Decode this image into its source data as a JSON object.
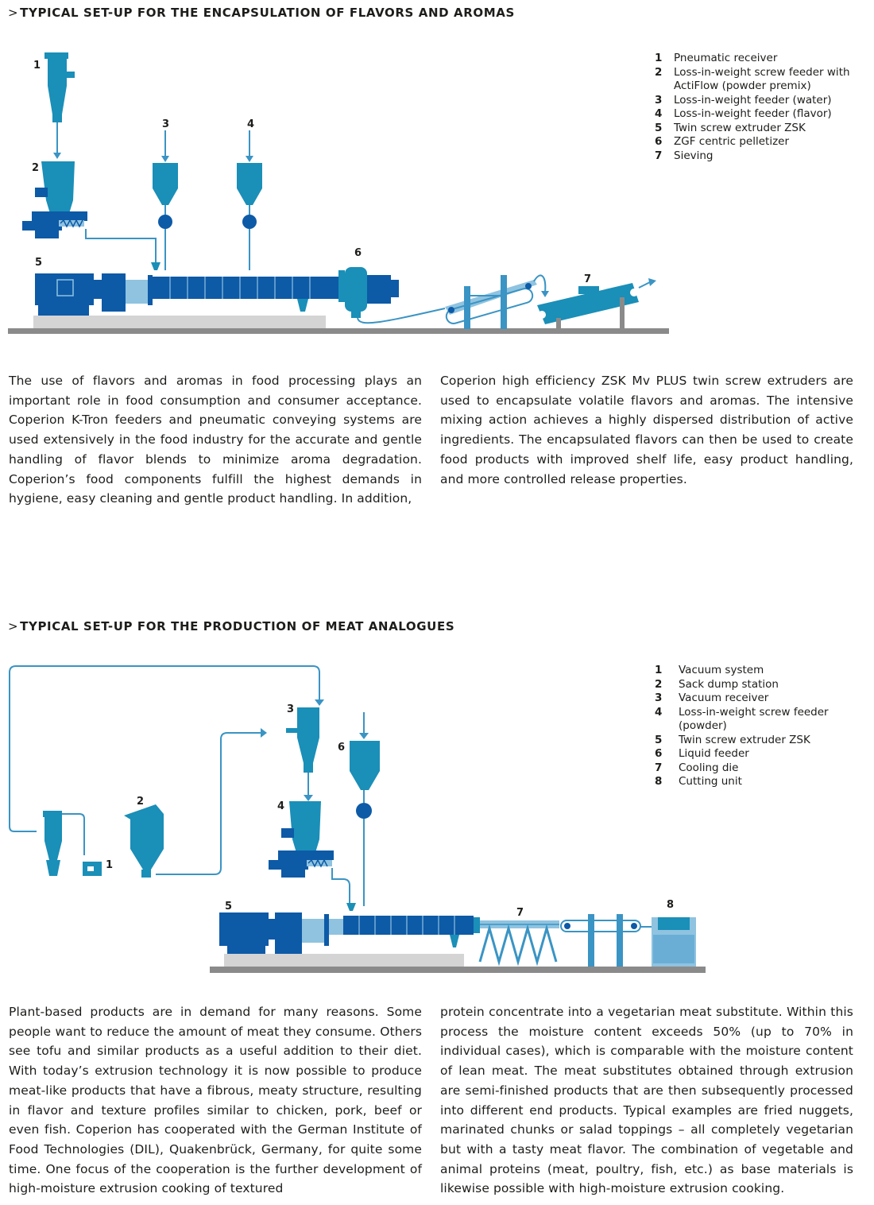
{
  "section1": {
    "title": "TYPICAL SET-UP FOR THE ENCAPSULATION OF FLAVORS AND AROMAS",
    "diagram_labels": [
      "1",
      "2",
      "3",
      "4",
      "5",
      "6",
      "7"
    ],
    "legend": [
      {
        "num": "1",
        "text": "Pneumatic receiver"
      },
      {
        "num": "2",
        "text": "Loss-in-weight screw feeder with ActiFlow (powder premix)"
      },
      {
        "num": "3",
        "text": "Loss-in-weight feeder (water)"
      },
      {
        "num": "4",
        "text": "Loss-in-weight feeder (flavor)"
      },
      {
        "num": "5",
        "text": "Twin screw extruder ZSK"
      },
      {
        "num": "6",
        "text": "ZGF centric pelletizer"
      },
      {
        "num": "7",
        "text": "Sieving"
      }
    ],
    "text_left": "The use of flavors and aromas in food processing plays an important role in food consumption and consumer acceptance. Coperion K-Tron feeders and pneumatic conveying systems are used extensively in the food industry for the accurate and gentle handling of flavor blends to minimize aroma degradation. Coperion’s food components fulfill the highest demands in hygiene, easy cleaning and gentle product handling. In addition,",
    "text_right": "Coperion high efficiency ZSK Mv PLUS twin screw extruders are used to encapsulate volatile flavors and aromas. The intensive mixing action achieves a highly dispersed distribution of active ingredients. The encapsulated flavors can then be used to create food products with improved shelf life, easy product handling, and more controlled release properties."
  },
  "section2": {
    "title": "TYPICAL SET-UP FOR THE PRODUCTION OF MEAT ANALOGUES",
    "diagram_labels": [
      "1",
      "2",
      "3",
      "4",
      "5",
      "6",
      "7",
      "8"
    ],
    "legend": [
      {
        "num": "1",
        "text": "Vacuum system"
      },
      {
        "num": "2",
        "text": "Sack dump station"
      },
      {
        "num": "3",
        "text": "Vacuum receiver"
      },
      {
        "num": "4",
        "text": "Loss-in-weight screw feeder (powder)"
      },
      {
        "num": "5",
        "text": "Twin screw extruder ZSK"
      },
      {
        "num": "6",
        "text": "Liquid feeder"
      },
      {
        "num": "7",
        "text": "Cooling die"
      },
      {
        "num": "8",
        "text": "Cutting unit"
      }
    ],
    "text_left": "Plant-based products are in demand for many reasons. Some people want to reduce the amount of meat they consume. Others see tofu and similar products as a useful addition to their diet. With today’s extrusion technology it is now possible to produce meat-like products that have a fibrous, meaty structure, resulting in flavor and texture profiles similar to chicken, pork, beef or even fish. Coperion has cooperated with the German Institute of Food Technologies (DIL), Quakenbrück, Germany, for quite some time. One focus of the cooperation is the further development of high-moisture extrusion cooking of textured",
    "text_right": "protein concentrate into a vegetarian meat substitute. Within this process the moisture content exceeds 50% (up to 70% in individual cases), which is comparable with the moisture content of lean meat. The meat substitutes obtained through extrusion are semi-finished products that are then subsequently processed into different end products. Typical examples are fried nuggets, marinated chunks or salad toppings – all completely vegetarian but with a tasty meat flavor. The combination of vegetable and animal proteins (meat, poultry, fish, etc.) as base materials is likewise possible with high-moisture extrusion cooking."
  },
  "colors": {
    "machine_blue": "#0d5aa7",
    "feeder_blue": "#1a8fb8",
    "line_blue": "#3a94c4",
    "light_blue": "#8fc3e0",
    "base_gray": "#d4d4d4",
    "floor_gray": "#8a8a8a"
  }
}
